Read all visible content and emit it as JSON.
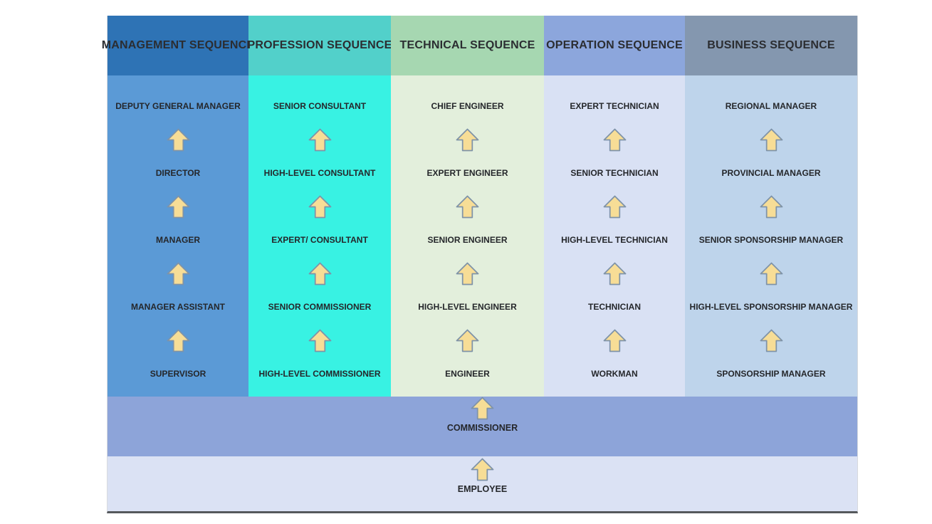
{
  "page": {
    "background": "#ffffff"
  },
  "diagram": {
    "columns": [
      {
        "header": "MANAGEMENT SEQUENCE",
        "header_color": "#2E73B5",
        "body_color": "#5B9AD6",
        "roles": [
          "DEPUTY GENERAL MANAGER",
          "DIRECTOR",
          "MANAGER",
          "MANAGER ASSISTANT",
          "SUPERVISOR"
        ]
      },
      {
        "header": "PROFESSION SEQUENCE",
        "header_color": "#52D0CA",
        "body_color": "#38F2E3",
        "roles": [
          "SENIOR CONSULTANT",
          "HIGH-LEVEL CONSULTANT",
          "EXPERT/ CONSULTANT",
          "SENIOR COMMISSIONER",
          "HIGH-LEVEL COMMISSIONER"
        ]
      },
      {
        "header": "TECHNICAL SEQUENCE",
        "header_color": "#A6D7B1",
        "body_color": "#E3EFDC",
        "roles": [
          "CHIEF ENGINEER",
          "EXPERT ENGINEER",
          "SENIOR ENGINEER",
          "HIGH-LEVEL ENGINEER",
          "ENGINEER"
        ]
      },
      {
        "header": "OPERATION SEQUENCE",
        "header_color": "#8CA6DC",
        "body_color": "#D9E1F4",
        "roles": [
          "EXPERT TECHNICIAN",
          "SENIOR TECHNICIAN",
          "HIGH-LEVEL TECHNICIAN",
          "TECHNICIAN",
          "WORKMAN"
        ]
      },
      {
        "header": "BUSINESS SEQUENCE",
        "header_color": "#8497AF",
        "body_color": "#BED4EB",
        "roles": [
          "REGIONAL MANAGER",
          "PROVINCIAL MANAGER",
          "SENIOR SPONSORSHIP MANAGER",
          "HIGH-LEVEL SPONSORSHIP MANAGER",
          "SPONSORSHIP MANAGER"
        ]
      }
    ],
    "base_rows": [
      {
        "label": "COMMISSIONER",
        "color": "#8DA4D9"
      },
      {
        "label": "EMPLOYEE",
        "color": "#DBE2F4"
      }
    ],
    "arrow": {
      "name": "up-arrow",
      "fill": "#F7DD96",
      "stroke": "#7F93A8"
    },
    "bottom_border_color": "#55585C"
  }
}
